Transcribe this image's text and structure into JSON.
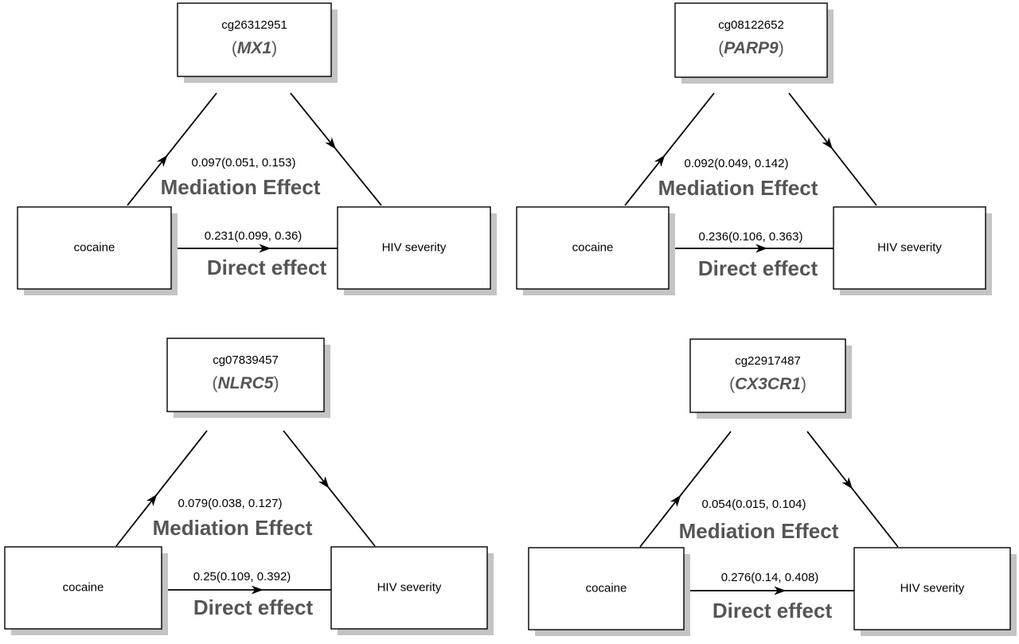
{
  "panels": [
    {
      "id": "top-left",
      "mediator_probe": "cg26312951",
      "mediator_gene": "MX1",
      "exposure": "cocaine",
      "outcome": "HIV severity",
      "mediation_ci": "0.097(0.051, 0.153)",
      "mediation_label": "Mediation Effect",
      "direct_ci": "0.231(0.099, 0.36)",
      "direct_label": "Direct effect"
    },
    {
      "id": "top-right",
      "mediator_probe": "cg08122652",
      "mediator_gene": "PARP9",
      "exposure": "cocaine",
      "outcome": "HIV severity",
      "mediation_ci": "0.092(0.049, 0.142)",
      "mediation_label": "Mediation Effect",
      "direct_ci": "0.236(0.106, 0.363)",
      "direct_label": "Direct effect"
    },
    {
      "id": "bottom-left",
      "mediator_probe": "cg07839457",
      "mediator_gene": "NLRC5",
      "exposure": "cocaine",
      "outcome": "HIV severity",
      "mediation_ci": "0.079(0.038, 0.127)",
      "mediation_label": "Mediation Effect",
      "direct_ci": "0.25(0.109, 0.392)",
      "direct_label": "Direct effect"
    },
    {
      "id": "bottom-right",
      "mediator_probe": "cg22917487",
      "mediator_gene": "CX3CR1",
      "exposure": "cocaine",
      "outcome": "HIV severity",
      "mediation_ci": "0.054(0.015, 0.104)",
      "mediation_label": "Mediation Effect",
      "direct_ci": "0.276(0.14, 0.408)",
      "direct_label": "Direct effect"
    }
  ]
}
